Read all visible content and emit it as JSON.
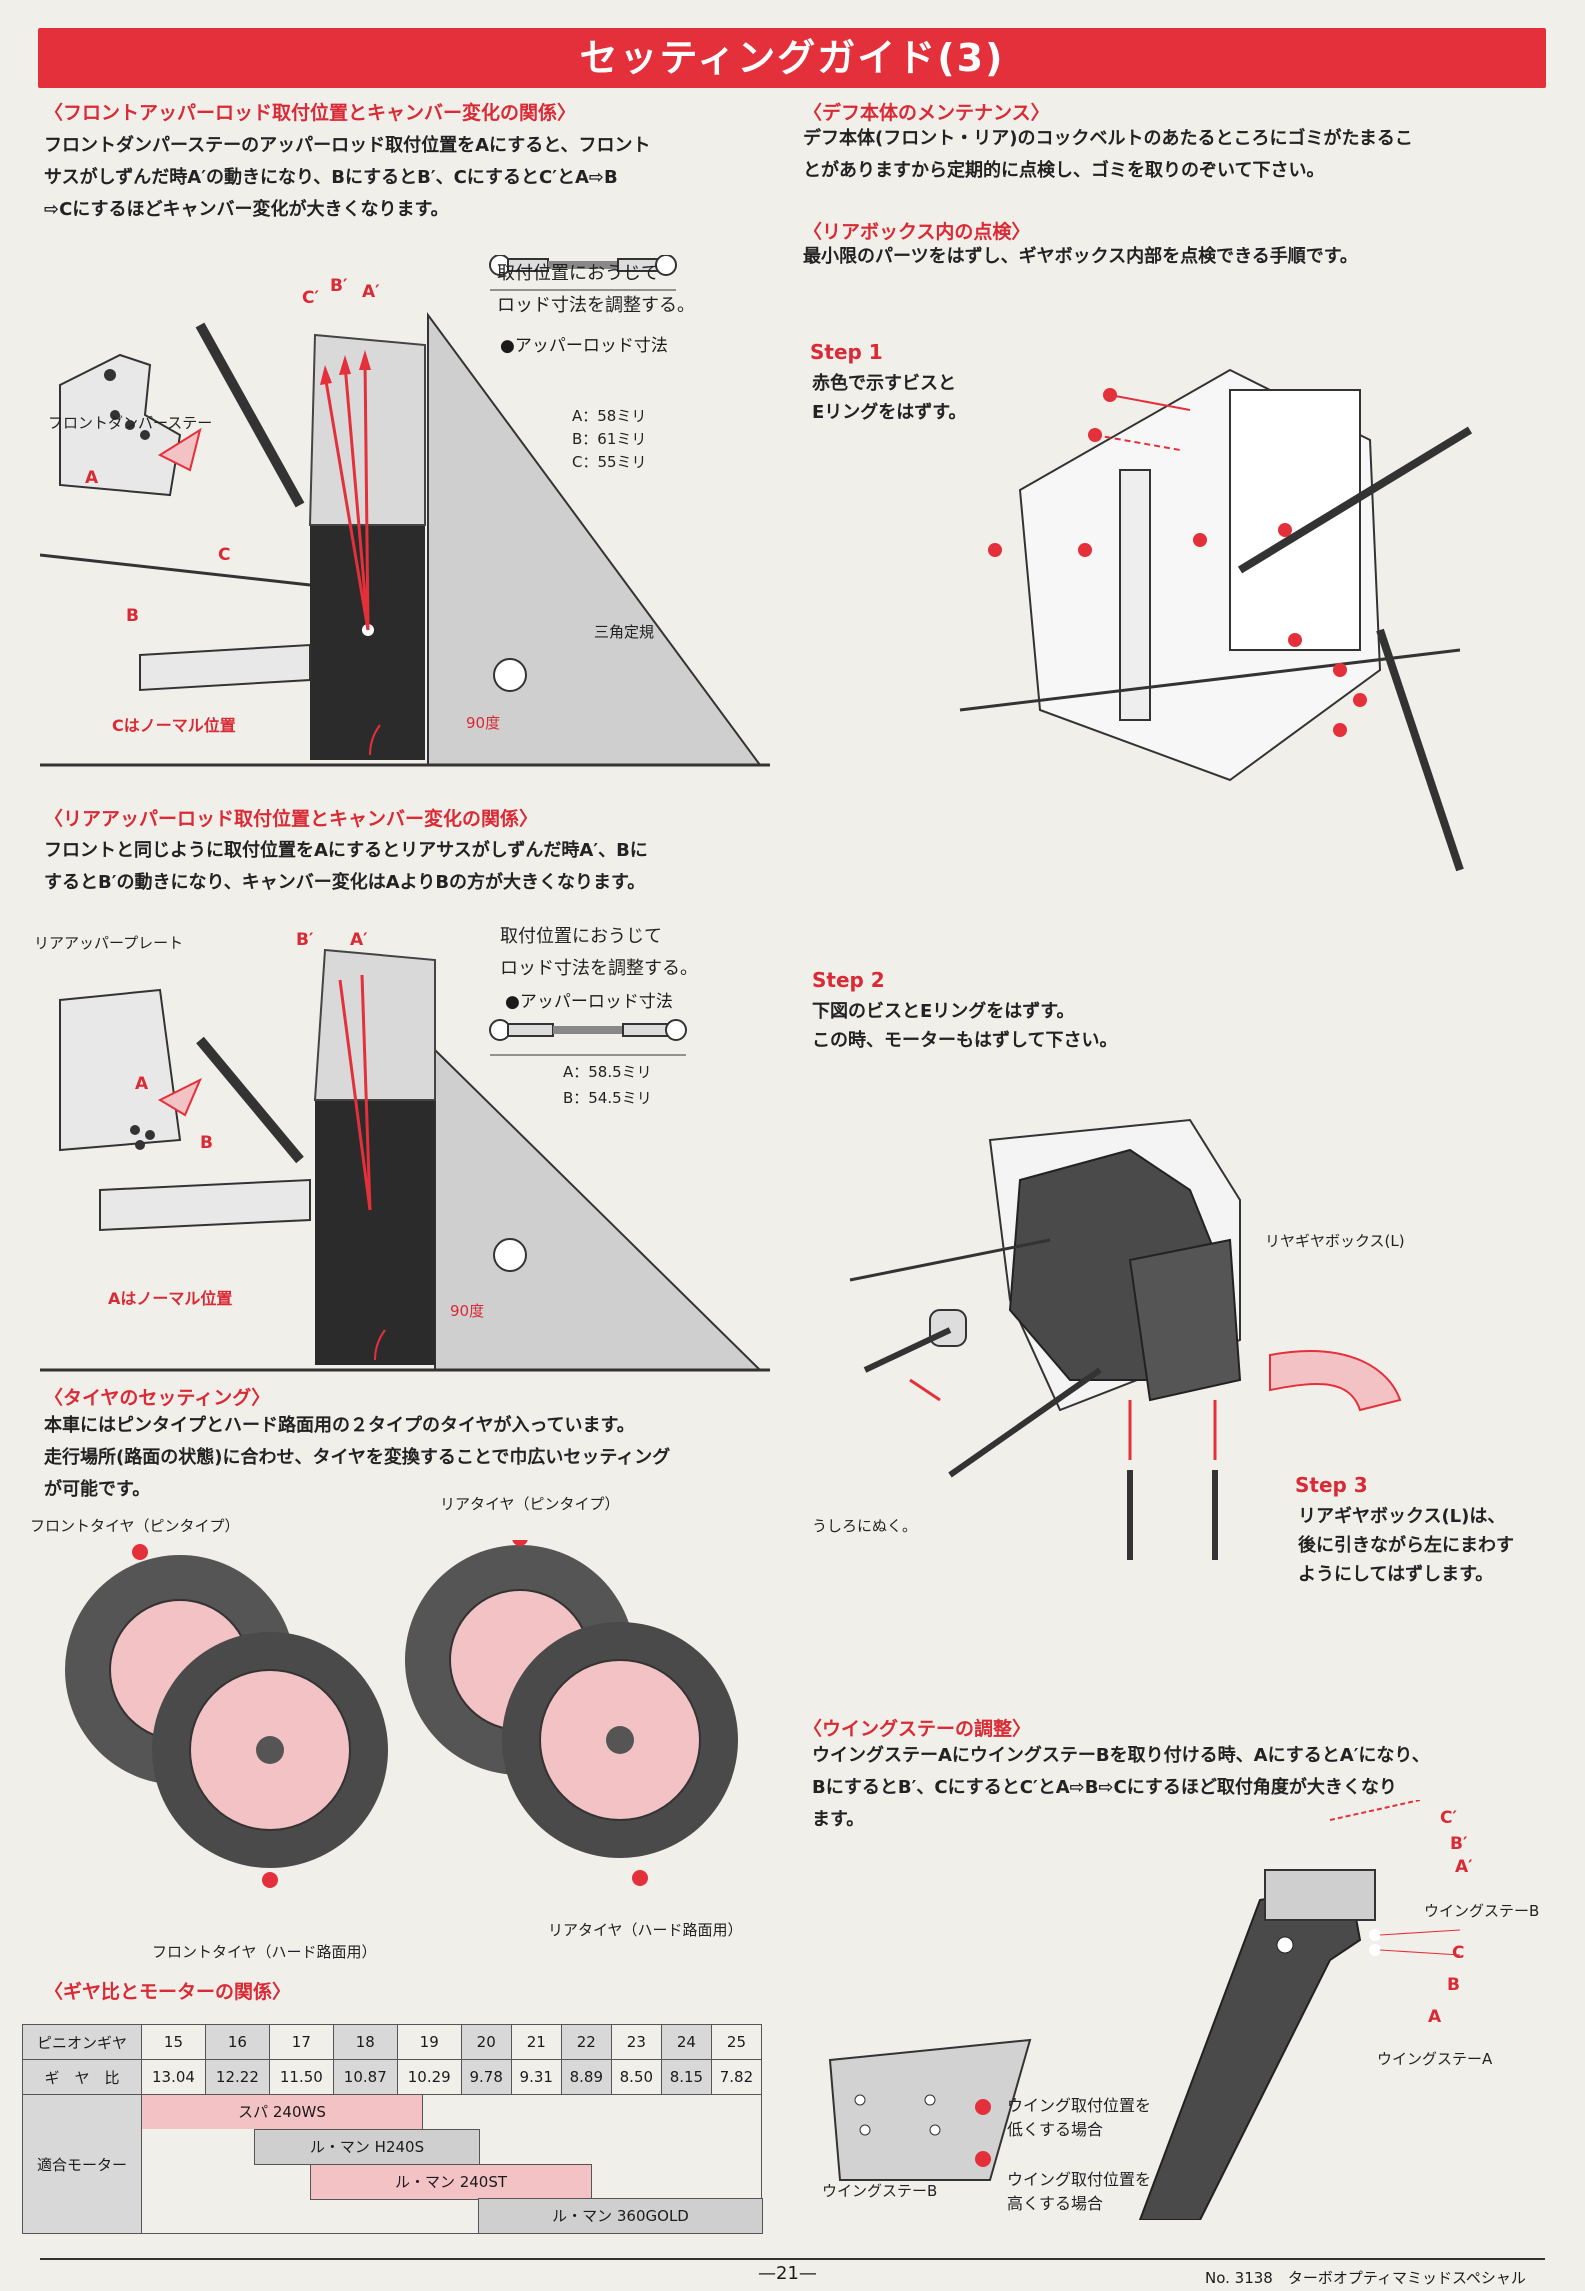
{
  "title": "セッティングガイド(3)",
  "front_section": {
    "heading": "〈フロントアッパーロッド取付位置とキャンバー変化の関係〉",
    "text": "フロントダンパーステーのアッパーロッド取付位置をAにすると、フロント\nサスがしずんだ時A′の動きになり、BにするとB′、CにするとC′とA⇨B\n⇨Cにするほどキャンバー変化が大きくなります。",
    "note": "取付位置におうじて\nロッド寸法を調整する。",
    "rod_label": "●アッパーロッド寸法",
    "rod_sizes": [
      "A：58ミリ",
      "B：61ミリ",
      "C：55ミリ"
    ],
    "labels": {
      "stay": "フロントダンパーステー",
      "a": "A",
      "b": "B",
      "c": "C",
      "a2": "A′",
      "b2": "B′",
      "c2": "C′",
      "normal": "Cはノーマル位置",
      "triangle": "三角定規",
      "angle": "90度"
    }
  },
  "rear_section": {
    "heading": "〈リアアッパーロッド取付位置とキャンバー変化の関係〉",
    "text": "フロントと同じように取付位置をAにするとリアサスがしずんだ時A′、Bに\nするとB′の動きになり、キャンバー変化はAよりBの方が大きくなります。",
    "note": "取付位置におうじて\nロッド寸法を調整する。",
    "rod_label": "●アッパーロッド寸法",
    "rod_sizes": [
      "A：58.5ミリ",
      "B：54.5ミリ"
    ],
    "labels": {
      "plate": "リアアッパープレート",
      "a": "A",
      "b": "B",
      "a2": "A′",
      "b2": "B′",
      "normal": "Aはノーマル位置",
      "angle": "90度"
    }
  },
  "tire_section": {
    "heading": "〈タイヤのセッティング〉",
    "text": "本車にはピンタイプとハード路面用の２タイプのタイヤが入っています。\n走行場所(路面の状態)に合わせ、タイヤを変換することで巾広いセッティング\nが可能です。",
    "labels": {
      "front_pin": "フロントタイヤ（ピンタイプ）",
      "rear_pin": "リアタイヤ（ピンタイプ）",
      "front_hard": "フロントタイヤ（ハード路面用）",
      "rear_hard": "リアタイヤ（ハード路面用）"
    }
  },
  "gear_section": {
    "heading": "〈ギヤ比とモーターの関係〉",
    "row1_label": "ピニオンギヤ",
    "row2_label": "ギ　ヤ　比",
    "pinions": [
      "15",
      "16",
      "17",
      "18",
      "19",
      "20",
      "21",
      "22",
      "23",
      "24",
      "25"
    ],
    "ratios": [
      "13.04",
      "12.22",
      "11.50",
      "10.87",
      "10.29",
      "9.78",
      "9.31",
      "8.89",
      "8.50",
      "8.15",
      "7.82"
    ],
    "motor_label": "適合モーター",
    "motors": [
      "スパ 240WS",
      "ル・マン H240S",
      "ル・マン 240ST",
      "ル・マン 360GOLD"
    ]
  },
  "diff_section": {
    "heading": "〈デフ本体のメンテナンス〉",
    "text": "デフ本体(フロント・リア)のコックベルトのあたるところにゴミがたまるこ\nとがありますから定期的に点検し、ゴミを取りのぞいて下さい。"
  },
  "gearbox_section": {
    "heading": "〈リアボックス内の点検〉",
    "text": "最小限のパーツをはずし、ギヤボックス内部を点検できる手順です。",
    "step1_title": "Step 1",
    "step1_text": "赤色で示すビスと\nEリングをはずす。",
    "step2_title": "Step 2",
    "step2_text": "下図のビスとEリングをはずす。\nこの時、モーターもはずして下さい。",
    "step3_title": "Step 3",
    "step3_text": "リアギヤボックス(L)は、\n後に引きながら左にまわす\nようにしてはずします。",
    "labels": {
      "gearbox_l": "リヤギヤボックス(L)",
      "pull_out": "うしろにぬく。"
    }
  },
  "wing_section": {
    "heading": "〈ウイングステーの調整〉",
    "text": "ウイングステーAにウイングステーBを取り付ける時、AにするとA′になり、\nBにするとB′、CにするとC′とA⇨B⇨Cにするほど取付角度が大きくなり\nます。",
    "labels": {
      "stay_b": "ウイングステーB",
      "stay_a": "ウイングステーA",
      "stay_b2": "ウイングステーB",
      "a": "A",
      "b": "B",
      "c": "C",
      "a2": "A′",
      "b2": "B′",
      "c2": "C′",
      "lower": "ウイング取付位置を\n低くする場合",
      "higher": "ウイング取付位置を\n高くする場合"
    }
  },
  "footer": {
    "page": "—21—",
    "model": "No. 3138　ターボオプティマミッドスペシャル"
  },
  "colors": {
    "accent": "#e4303a",
    "pink": "#f3c2c5"
  }
}
